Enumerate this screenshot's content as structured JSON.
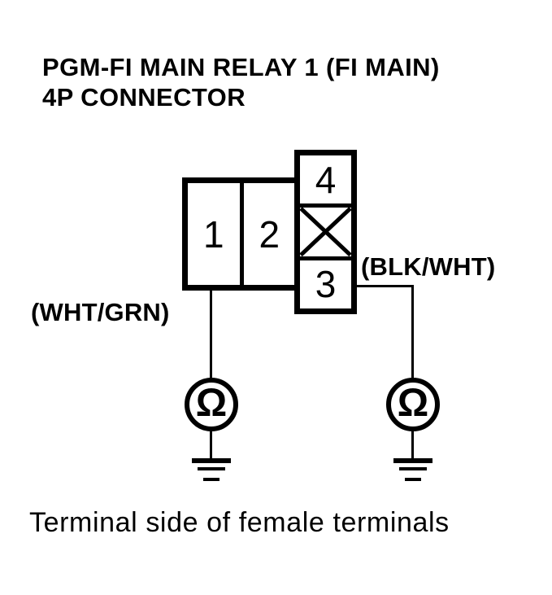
{
  "title": {
    "line1": "PGM-FI MAIN RELAY 1 (FI MAIN)",
    "line2": "4P CONNECTOR"
  },
  "connector": {
    "terminals": {
      "t1": "1",
      "t2": "2",
      "t3": "3",
      "t4": "4"
    },
    "blocked_cell_icon": "x-mark"
  },
  "labels": {
    "left_wire": "(WHT/GRN)",
    "right_wire": "(BLK/WHT)"
  },
  "meter": {
    "symbol": "Ω"
  },
  "caption": "Terminal side of female terminals",
  "colors": {
    "ink": "#000000",
    "background": "#ffffff"
  }
}
